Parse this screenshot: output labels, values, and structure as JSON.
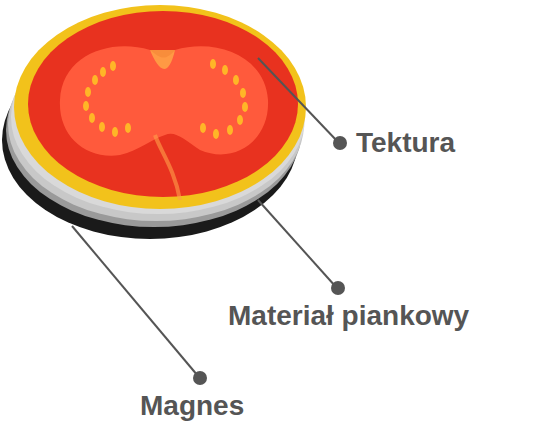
{
  "diagram": {
    "labels": [
      "Tektura",
      "Materiał piankowy",
      "Magnes"
    ]
  }
}
